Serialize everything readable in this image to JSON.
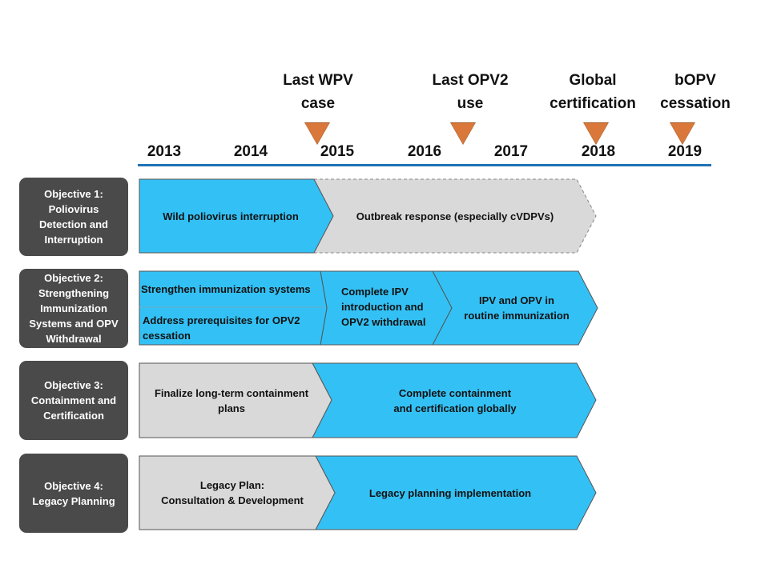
{
  "milestones": [
    {
      "label": "Last WPV\ncase"
    },
    {
      "label": "Last OPV2\nuse"
    },
    {
      "label": "Global\ncertification"
    },
    {
      "label": "bOPV\ncessation"
    }
  ],
  "years": [
    "2013",
    "2014",
    "2015",
    "2016",
    "2017",
    "2018",
    "2019"
  ],
  "objectives": [
    {
      "label": "Objective 1:\nPoliovirus\nDetection and\nInterruption"
    },
    {
      "label": "Objective 2:\nStrengthening\nImmunization\nSystems and OPV\nWithdrawal"
    },
    {
      "label": "Objective 3:\nContainment and\nCertification"
    },
    {
      "label": "Objective 4:\nLegacy Planning"
    }
  ],
  "bars": {
    "obj1_a": "Wild poliovirus interruption",
    "obj1_b": "Outbreak response (especially cVDPVs)",
    "obj2_a": "Strengthen immunization systems",
    "obj2_b": "Address prerequisites for OPV2\ncessation",
    "obj2_c": "Complete IPV\nintroduction and\nOPV2 withdrawal",
    "obj2_d": "IPV and OPV in\nroutine immunization",
    "obj3_a": "Finalize long-term containment\nplans",
    "obj3_b": "Complete containment\nand certification globally",
    "obj4_a": "Legacy Plan:\nConsultation & Development",
    "obj4_b": "Legacy planning implementation"
  },
  "colors": {
    "blue_bar": "#33c1f5",
    "grey_bar": "#d9d9d9",
    "objective_box": "#4a4a4a",
    "milestone_marker": "#d9783a",
    "axis": "#1f72b5"
  }
}
